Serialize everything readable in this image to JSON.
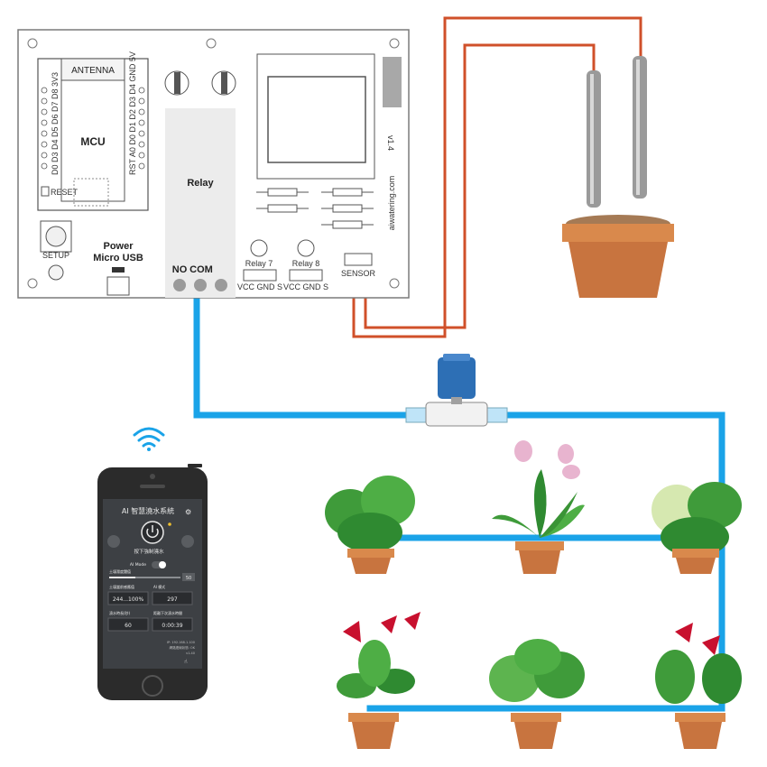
{
  "board": {
    "antenna_label": "ANTENNA",
    "mcu_label": "MCU",
    "pins_left": "D0 D3 D4 D5 D6 D7 D8 3V3",
    "pins_right": "RST A0 D0 D1 D2 D3 D4 GND 5V",
    "reset_label": "RESET",
    "setup_label": "SETUP",
    "relay_label": "Relay",
    "no_label": "NO",
    "com_label": "COM",
    "power_label": "Power",
    "usb_label": "Micro USB",
    "relay7_label": "Relay 7",
    "relay8_label": "Relay 8",
    "relay7_pins": "VCC GND S",
    "relay8_pins": "VCC GND S",
    "sensor_label": "SENSOR",
    "brand_text": "aiwatering.com",
    "version_text": "v1.4"
  },
  "phone": {
    "app_title": "AI 智慧澆水系統",
    "subtitle": "按下強制澆水",
    "mode_label": "AI Mode",
    "slider_label": "土壤濕度閾值",
    "slider_value": "50",
    "field1_label": "土壤當前感應值",
    "field1_value": "244...100%",
    "field2_label": "AI 模式",
    "field2_value": "297",
    "field3_label": "澆水時長(秒)",
    "field3_value": "60",
    "field4_label": "距離下次澆水時間",
    "field4_value": "0:00:39",
    "footer_line1": "IP: 192.168.1.100",
    "footer_line2": "網路連線狀態: OK",
    "footer_line3": "v1.40"
  },
  "colors": {
    "water_pipe": "#1aa3e8",
    "sensor_wire": "#d0502a",
    "pot": "#c8743f",
    "leaf": "#3f9b3a",
    "phone_body": "#2b2b2b"
  }
}
